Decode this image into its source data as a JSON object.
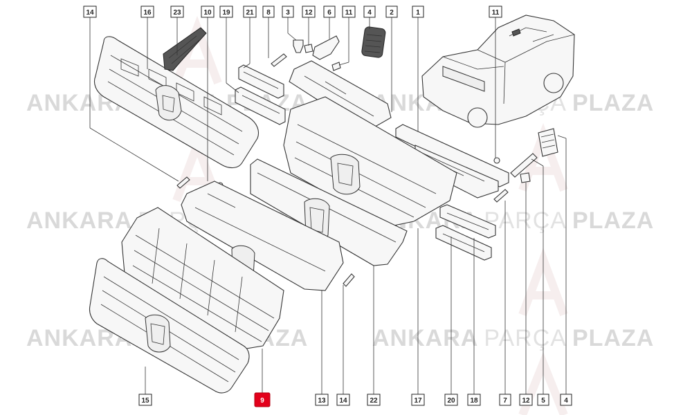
{
  "watermark": {
    "brand_a": "ANKARA",
    "brand_b": "PARÇA",
    "brand_c": "PLAZA",
    "logo_letters": "AP"
  },
  "callouts": [
    {
      "id": "c14a",
      "text": "14",
      "highlight": false
    },
    {
      "id": "c16",
      "text": "16",
      "highlight": false
    },
    {
      "id": "c23",
      "text": "23",
      "highlight": false
    },
    {
      "id": "c10",
      "text": "10",
      "highlight": false
    },
    {
      "id": "c19",
      "text": "19",
      "highlight": false
    },
    {
      "id": "c21",
      "text": "21",
      "highlight": false
    },
    {
      "id": "c8",
      "text": "8",
      "highlight": false
    },
    {
      "id": "c3",
      "text": "3",
      "highlight": false
    },
    {
      "id": "c12a",
      "text": "12",
      "highlight": false
    },
    {
      "id": "c6",
      "text": "6",
      "highlight": false
    },
    {
      "id": "c11a",
      "text": "11",
      "highlight": false
    },
    {
      "id": "c4a",
      "text": "4",
      "highlight": false
    },
    {
      "id": "c2",
      "text": "2",
      "highlight": false
    },
    {
      "id": "c1",
      "text": "1",
      "highlight": false
    },
    {
      "id": "c11b",
      "text": "11",
      "highlight": false
    },
    {
      "id": "c15",
      "text": "15",
      "highlight": false
    },
    {
      "id": "c9",
      "text": "9",
      "highlight": true
    },
    {
      "id": "c13",
      "text": "13",
      "highlight": false
    },
    {
      "id": "c14b",
      "text": "14",
      "highlight": false
    },
    {
      "id": "c22",
      "text": "22",
      "highlight": false
    },
    {
      "id": "c17",
      "text": "17",
      "highlight": false
    },
    {
      "id": "c20",
      "text": "20",
      "highlight": false
    },
    {
      "id": "c18",
      "text": "18",
      "highlight": false
    },
    {
      "id": "c7",
      "text": "7",
      "highlight": false
    },
    {
      "id": "c12b",
      "text": "12",
      "highlight": false
    },
    {
      "id": "c5",
      "text": "5",
      "highlight": false
    },
    {
      "id": "c4b",
      "text": "4",
      "highlight": false
    }
  ],
  "colors": {
    "highlight": "#e3001b",
    "line": "#333333",
    "watermark": "#d9d9d9"
  }
}
